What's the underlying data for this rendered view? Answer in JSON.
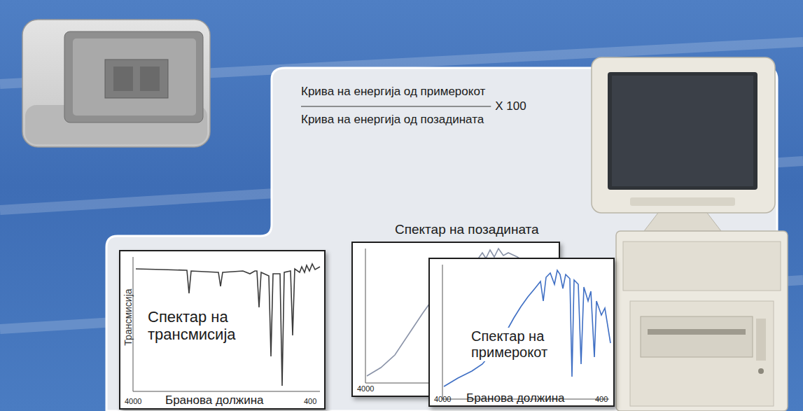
{
  "diagram": {
    "nodes": [
      {
        "text": [
          "Крива на енергија од примерокот",
          "Крива на енергија од позадината",
          "X 100"
        ]
      },
      {
        "text": [
          "Трансмисија",
          "Спектар на трансмисија",
          "4000",
          "Бранова должина",
          "400"
        ],
        "in": 0
      },
      {
        "text": [
          "Спектар на позадината",
          "4000"
        ],
        "in": 0
      },
      {
        "text": [
          "Спектар на примерокот",
          "4000",
          "Бранова должина",
          "400"
        ],
        "in": 0
      }
    ]
  }
}
